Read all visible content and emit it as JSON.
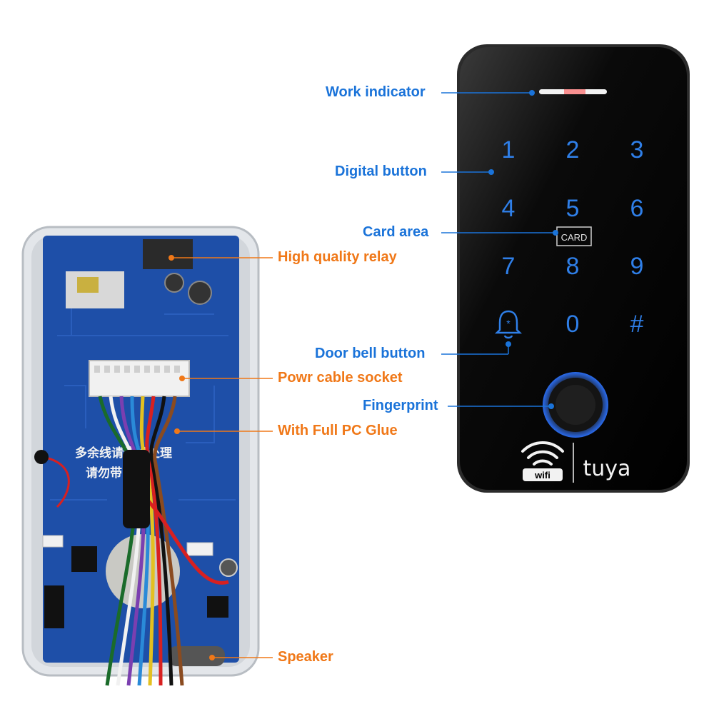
{
  "labels": {
    "work_indicator": "Work indicator",
    "digital_button": "Digital button",
    "card_area": "Card area",
    "door_bell_button": "Door bell button",
    "fingerprint": "Fingerprint",
    "high_quality_relay": "High quality relay",
    "power_cable_socket": "Powr cable socket",
    "full_pc_glue": "With Full PC Glue",
    "speaker": "Speaker"
  },
  "keypad": {
    "keys": [
      "1",
      "2",
      "3",
      "4",
      "5",
      "6",
      "7",
      "8",
      "9",
      "0",
      "#"
    ],
    "card_text": "CARD",
    "wifi_text": "wifi",
    "brand": "tuya"
  },
  "pcb": {
    "silkscreen_line1": "多余线请绝缘处理",
    "silkscreen_line2": "请勿带电接线"
  },
  "colors": {
    "blue_label": "#1a73d9",
    "orange_label": "#f07818",
    "key_blue": "#2f7fe8",
    "pcb_blue": "#1e4fa8",
    "device_black": "#0a0a0a"
  }
}
